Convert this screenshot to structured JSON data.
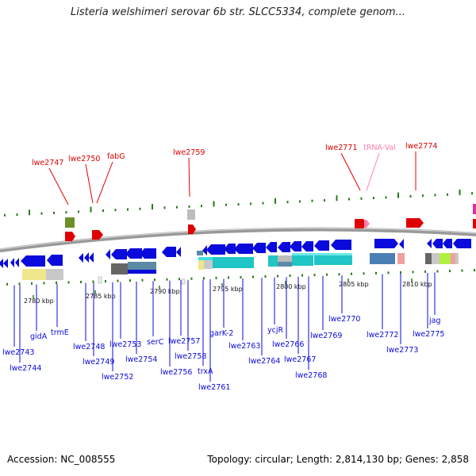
{
  "title": "Listeria welshimeri serovar 6b str. SLCC5334, complete genom...",
  "footer": {
    "accession": "Accession: NC_008555",
    "summary": "Topology: circular; Length: 2,814,130 bp; Genes: 2,858"
  },
  "colors": {
    "blue": "#0a0adc",
    "red": "#e00000",
    "pink": "#ff7fb0"
  },
  "scale_labels": [
    "2780 kbp",
    "2785 kbp",
    "2790 kbp",
    "2795 kbp",
    "2800 kbp",
    "2805 kbp",
    "2810 kbp"
  ],
  "top_labels": [
    {
      "text": "lwe2747",
      "color": "red"
    },
    {
      "text": "lwe2750",
      "color": "red"
    },
    {
      "text": "fabG",
      "color": "red"
    },
    {
      "text": "lwe2759",
      "color": "red"
    },
    {
      "text": "lwe2771",
      "color": "red"
    },
    {
      "text": "tRNA-Val",
      "color": "pink"
    },
    {
      "text": "lwe2774",
      "color": "red"
    }
  ],
  "bottom_labels": [
    "lwe2743",
    "lwe2744",
    "gidA",
    "trmE",
    "lwe2748",
    "lwe2749",
    "lwe2753",
    "lwe2752",
    "lwe2754",
    "serC",
    "lwe2756",
    "lwe2757",
    "lwe2758",
    "trxA",
    "lwe2761",
    "garK-2",
    "lwe2763",
    "lwe2764",
    "ycjR",
    "lwe2766",
    "lwe2767",
    "lwe2768",
    "lwe2769",
    "lwe2770",
    "lwe2772",
    "lwe2773",
    "lwe2775",
    "jag"
  ]
}
